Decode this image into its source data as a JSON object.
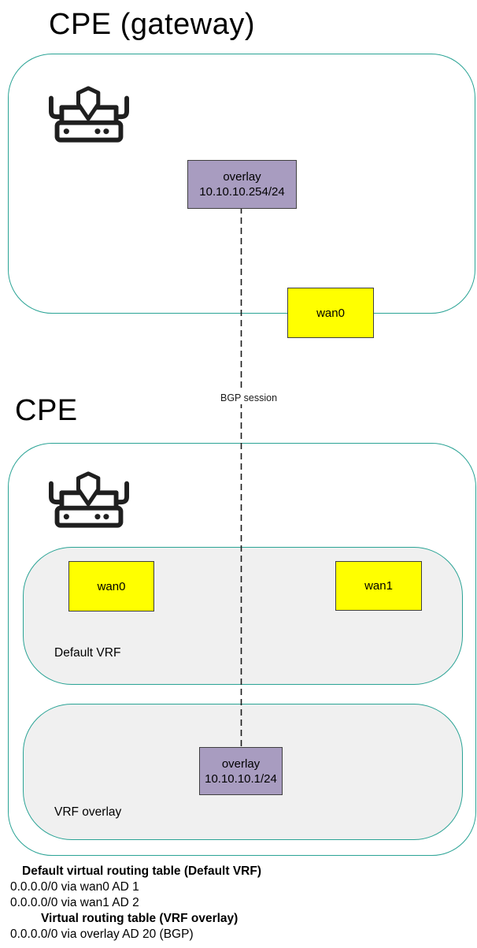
{
  "gateway": {
    "title": "CPE (gateway)",
    "overlay_box": {
      "line1": "overlay",
      "line2": "10.10.10.254/24"
    },
    "wan0_label": "wan0"
  },
  "bgp": {
    "label": "BGP session"
  },
  "cpe": {
    "title": "CPE",
    "default_vrf": {
      "label": "Default VRF",
      "wan0_label": "wan0",
      "wan1_label": "wan1"
    },
    "vrf_overlay": {
      "label": "VRF overlay",
      "overlay_box": {
        "line1": "overlay",
        "line2": "10.10.10.1/24"
      }
    }
  },
  "routing_tables": {
    "lines": [
      {
        "text": "Default virtual routing table (Default VRF)",
        "bold": true
      },
      {
        "text": "0.0.0.0/0 via wan0 AD 1",
        "bold": false
      },
      {
        "text": "0.0.0.0/0 via wan1 AD 2",
        "bold": false
      },
      {
        "text": "Virtual routing table (VRF overlay)",
        "bold": true
      },
      {
        "text": "0.0.0.0/0 via overlay AD 20 (BGP)",
        "bold": false
      }
    ]
  },
  "icons": {
    "gateway_icon": "firewall-router-icon",
    "cpe_icon": "firewall-router-icon"
  },
  "colors": {
    "zone_border": "#2aa395",
    "vrf_fill": "#f0f0f0",
    "overlay_fill": "#a89cc0",
    "interface_fill": "#ffff00",
    "node_border": "#404040",
    "dashed_link": "#1a1a1a",
    "icon": "#1f1f1f",
    "text": "#000000"
  }
}
